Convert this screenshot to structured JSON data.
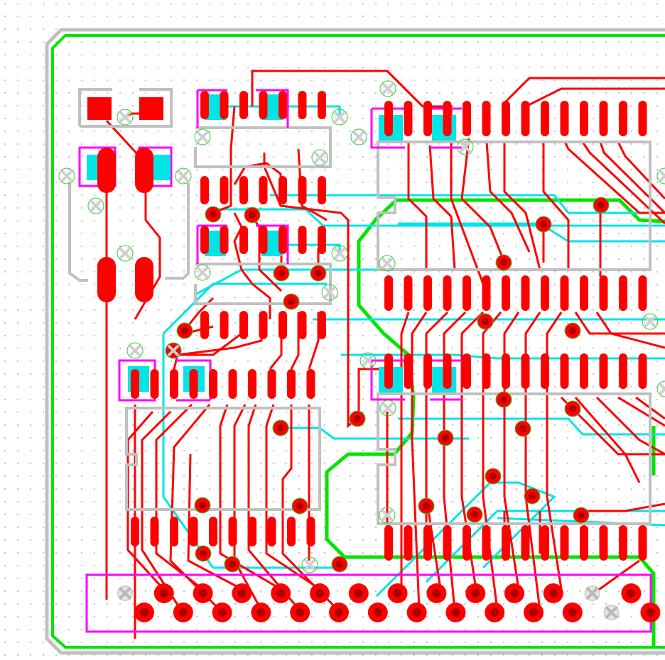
{
  "app": {
    "view": "pcb-layout-editor"
  },
  "colors": {
    "background": "#ffffff",
    "grid_dot": "#9a9a9a",
    "top_copper": "#ff0000",
    "bottom_copper": "#00e5e5",
    "board_outline": "#c0c0c0",
    "ground_pour_outline": "#00e600",
    "silkscreen": "#c0c0c0",
    "component_outline": "#ff00ff",
    "via_ring": "#33cc33",
    "via_center": "#aa0000",
    "pad_fill": "#ff0000",
    "unconnected_pad_marker": "#cfcfcf"
  },
  "icons": {
    "via": "via-icon",
    "unconnected_pad": "x-marker-icon",
    "smd_pad": "smd-pad-icon",
    "through_hole_pad": "through-hole-pad-icon"
  },
  "board": {
    "components": [
      {
        "id": "crystal-footprint",
        "kind": "2-pad-smd"
      },
      {
        "id": "decoupling-cap-left",
        "kind": "2-pad-smd"
      },
      {
        "id": "oscillator-pads",
        "kind": "2-pad-oval"
      },
      {
        "id": "ic-top-left",
        "kind": "soic-14"
      },
      {
        "id": "ic-mid-left",
        "kind": "soic-14"
      },
      {
        "id": "ic-bottom-left",
        "kind": "soic-20"
      },
      {
        "id": "ic-top-right",
        "kind": "soic-28"
      },
      {
        "id": "ic-bottom-right",
        "kind": "soic-28"
      },
      {
        "id": "edge-connector",
        "kind": "2x14-header"
      }
    ],
    "layers": [
      "top-copper",
      "bottom-copper",
      "silkscreen",
      "board-outline",
      "ground-pour"
    ]
  }
}
